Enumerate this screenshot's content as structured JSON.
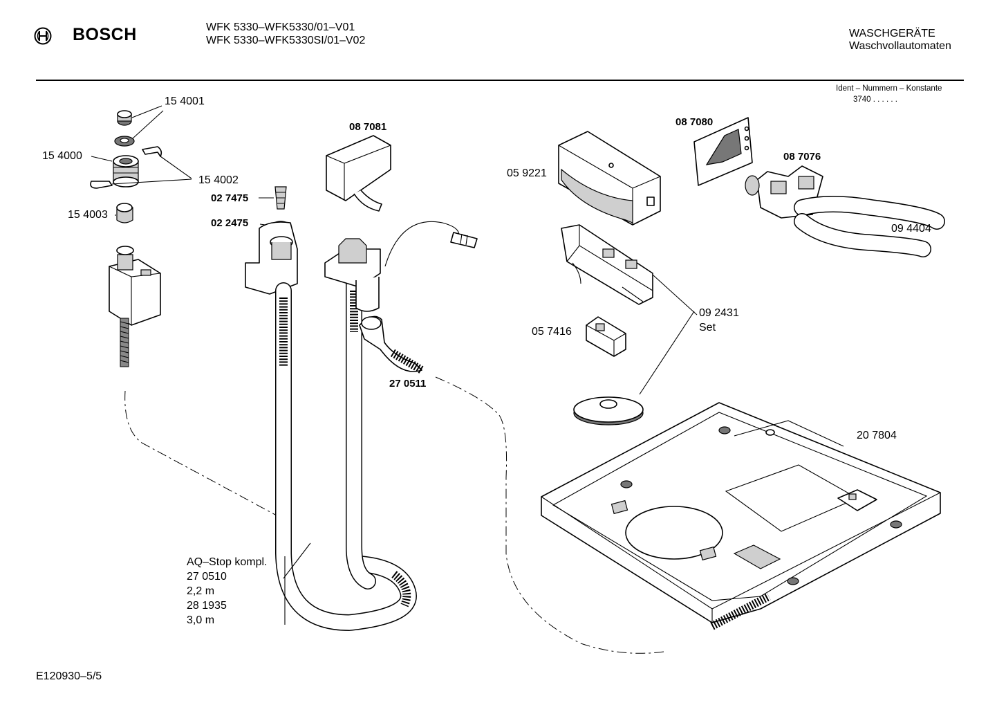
{
  "header": {
    "brand": "BOSCH",
    "model_line_1": "WFK 5330–WFK5330/01–V01",
    "model_line_2": "WFK 5330–WFK5330SI/01–V02",
    "category": "WASCHGERÄTE",
    "subcategory": "Waschvollautomaten",
    "ident_label": "Ident – Nummern – Konstante",
    "ident_value": "3740 . . . . . ."
  },
  "parts": {
    "p154001": "15 4001",
    "p154000": "15 4000",
    "p154002": "15 4002",
    "p154003": "15 4003",
    "p027475": "02 7475",
    "p022475": "02 2475",
    "p087081": "08 7081",
    "p270511": "27 0511",
    "p059221": "05 9221",
    "p087080": "08 7080",
    "p087076": "08 7076",
    "p094404": "09 4404",
    "p092431": "09 2431",
    "p092431_set": "Set",
    "p057416": "05 7416",
    "p207804": "20 7804"
  },
  "aqstop": {
    "line1": "AQ–Stop kompl.",
    "line2": "27 0510",
    "line3": "2,2 m",
    "line4": "28 1935",
    "line5": "3,0 m"
  },
  "footer": {
    "drawing_id": "E120930–5/5"
  },
  "icons": {
    "logo": "bosch-armature-logo-icon"
  }
}
